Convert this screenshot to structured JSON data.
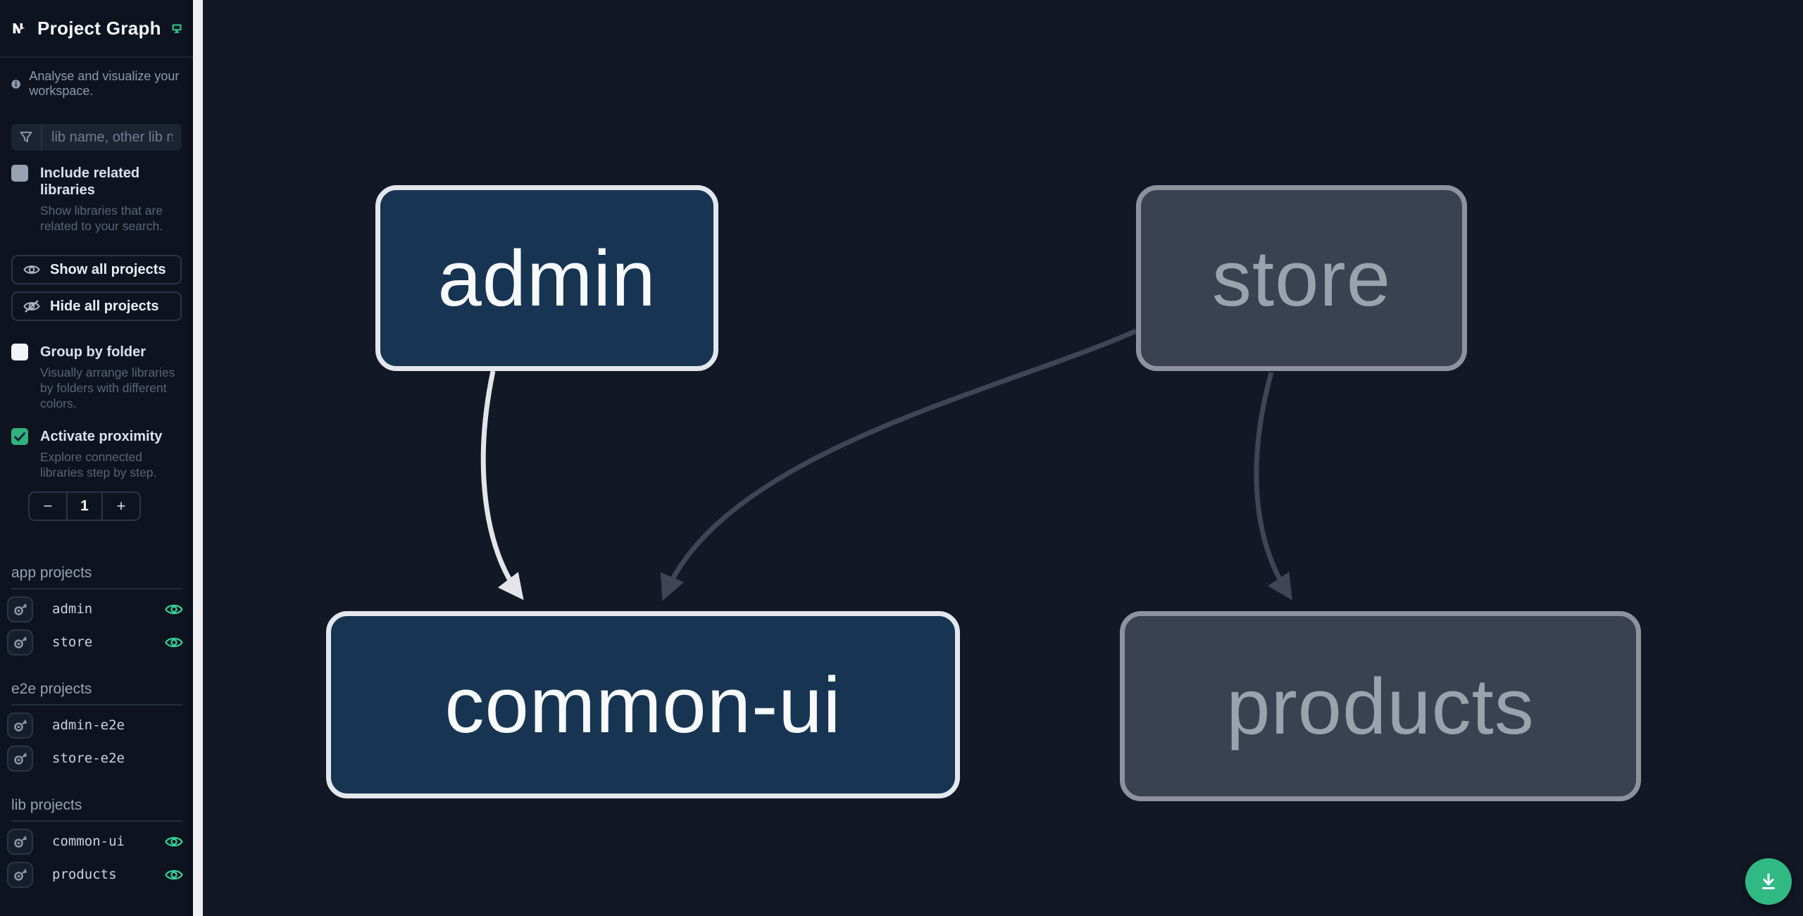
{
  "header": {
    "title": "Project Graph"
  },
  "sidebar": {
    "tagline": "Analyse and visualize your workspace.",
    "filter": {
      "placeholder": "lib name, other lib name",
      "value": ""
    },
    "include_related": {
      "label": "Include related libraries",
      "description": "Show libraries that are related to your search.",
      "checked": false,
      "disabled": true
    },
    "buttons": {
      "show_all": "Show all projects",
      "hide_all": "Hide all projects"
    },
    "group_by_folder": {
      "label": "Group by folder",
      "description": "Visually arrange libraries by folders with different colors.",
      "checked": false
    },
    "activate_proximity": {
      "label": "Activate proximity",
      "description": "Explore connected libraries step by step.",
      "checked": true
    },
    "proximity_stepper": {
      "decrement": "−",
      "value": "1",
      "increment": "+"
    },
    "sections": [
      {
        "heading": "app projects",
        "items": [
          {
            "name": "admin",
            "visible": true
          },
          {
            "name": "store",
            "visible": true
          }
        ]
      },
      {
        "heading": "e2e projects",
        "items": [
          {
            "name": "admin-e2e",
            "visible": false
          },
          {
            "name": "store-e2e",
            "visible": false
          }
        ]
      },
      {
        "heading": "lib projects",
        "items": [
          {
            "name": "common-ui",
            "visible": true
          },
          {
            "name": "products",
            "visible": true
          }
        ]
      }
    ]
  },
  "graph": {
    "nodes": [
      {
        "label": "admin",
        "state": "focused"
      },
      {
        "label": "store",
        "state": "faded"
      },
      {
        "label": "common-ui",
        "state": "focused"
      },
      {
        "label": "products",
        "state": "faded"
      }
    ],
    "edges": [
      {
        "from": "admin",
        "to": "common-ui",
        "state": "highlighted"
      },
      {
        "from": "store",
        "to": "common-ui",
        "state": "faded"
      },
      {
        "from": "store",
        "to": "products",
        "state": "faded"
      }
    ]
  },
  "fab": {
    "action": "download-graph-image"
  },
  "colors": {
    "accent_green": "#34d399",
    "fab_green": "#31b984",
    "checkbox_green": "#30b27d",
    "node_focused_bg": "#173553",
    "node_focused_border": "#e3e7ec",
    "node_faded_bg": "#3a4150",
    "node_faded_border": "#8c929e",
    "edge_highlight": "#e2e5ea",
    "edge_faded": "#3e4554",
    "sidebar_bg": "#0d131f",
    "canvas_bg": "#121826"
  }
}
